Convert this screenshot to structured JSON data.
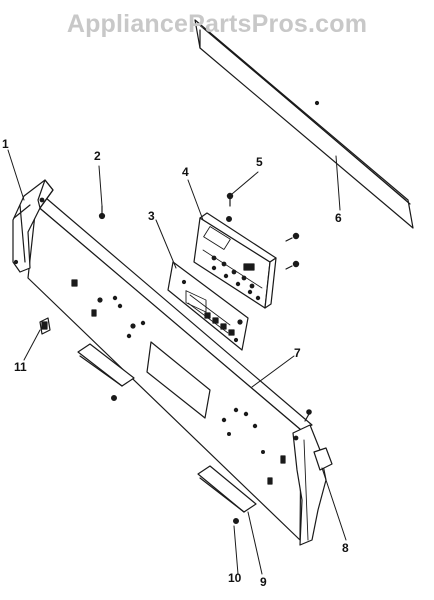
{
  "watermark": "AppliancePartsPros.com",
  "callouts": {
    "c1": "1",
    "c2": "2",
    "c3": "3",
    "c4": "4",
    "c5": "5",
    "c6": "6",
    "c7": "7",
    "c8": "8",
    "c9": "9",
    "c10": "10",
    "c11": "11"
  },
  "colors": {
    "line": "#1a1a1a",
    "watermark": "#c8c8c8",
    "background": "#ffffff"
  }
}
